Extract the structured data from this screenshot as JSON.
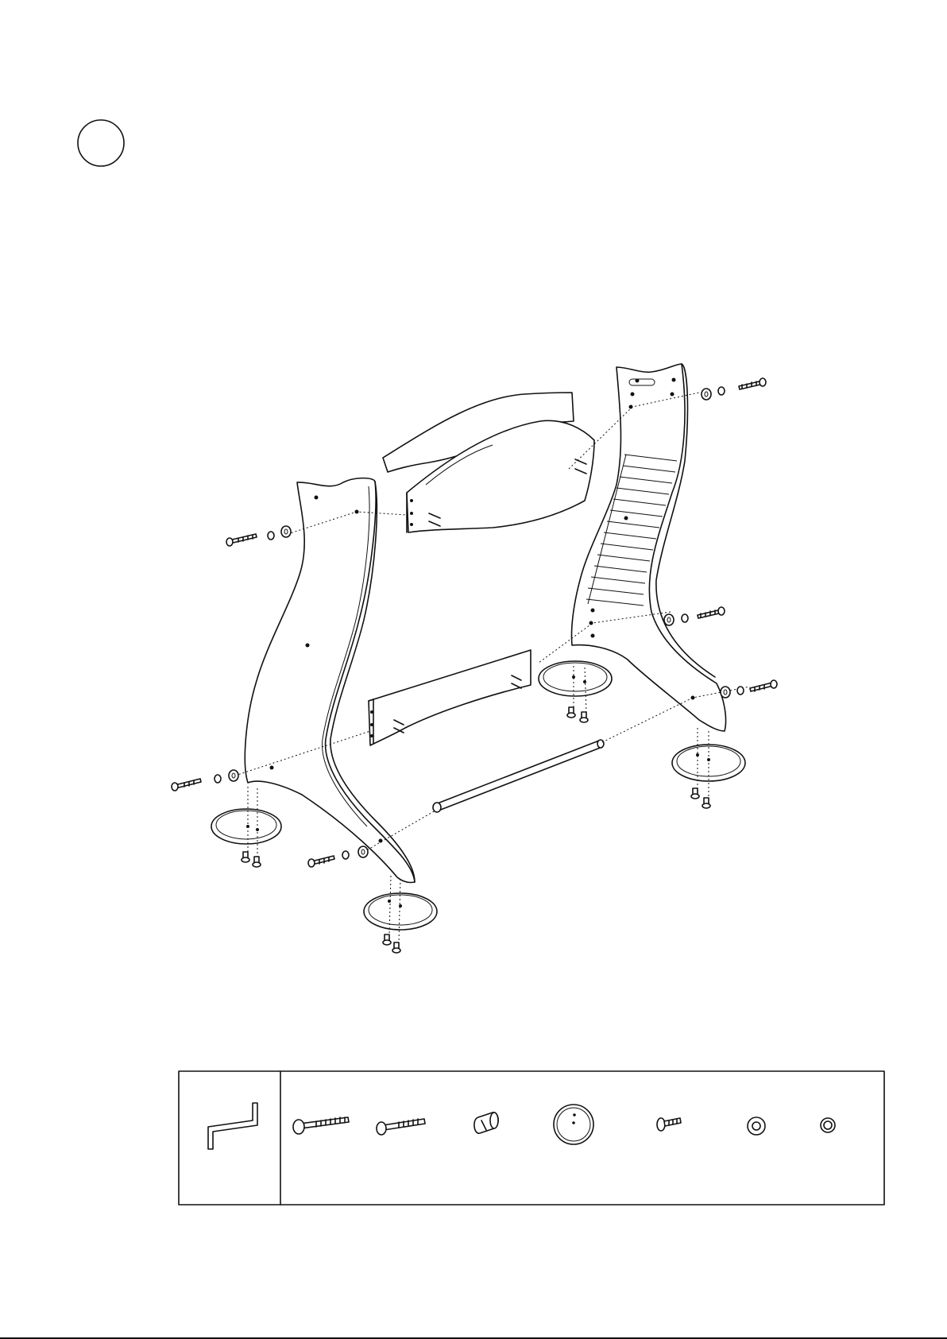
{
  "step": {
    "number": ""
  },
  "diagram": {
    "subject": "frame-assembly",
    "parts": [
      "left-side-panel",
      "right-side-panel",
      "back-rail",
      "lower-rail",
      "stretcher-rod",
      "foot-discs"
    ]
  },
  "hardware_panel": {
    "tool": "hex-key",
    "items": [
      {
        "name": "long-bolt"
      },
      {
        "name": "short-bolt"
      },
      {
        "name": "barrel-nut"
      },
      {
        "name": "foot-disc"
      },
      {
        "name": "small-screw"
      },
      {
        "name": "flat-washer"
      },
      {
        "name": "spring-washer"
      }
    ]
  }
}
